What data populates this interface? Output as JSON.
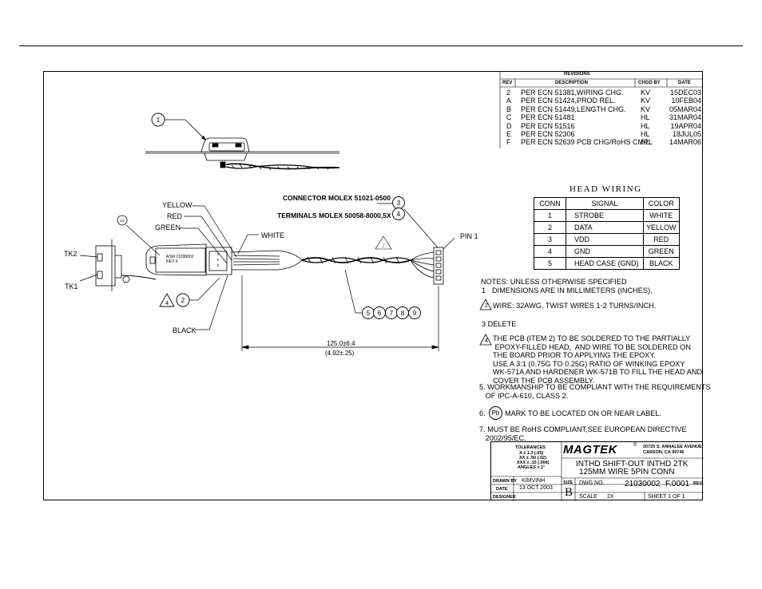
{
  "revisions": {
    "title": "REVISIONS",
    "headers": [
      "REV",
      "DESCRIPTION",
      "CHGD BY",
      "DATE"
    ],
    "rows": [
      {
        "rev": "2",
        "desc": "PER ECN 51381,WIRING CHG.",
        "by": "KV",
        "date": "15DEC03"
      },
      {
        "rev": "A",
        "desc": "PER ECN 51424,PROD REL.",
        "by": "KV",
        "date": "10FEB04"
      },
      {
        "rev": "B",
        "desc": "PER ECN 51449,LENGTH CHG.",
        "by": "KV",
        "date": "05MAR04"
      },
      {
        "rev": "C",
        "desc": "PER ECN 51481",
        "by": "HL",
        "date": "31MAR04"
      },
      {
        "rev": "D",
        "desc": "PER ECN 51516",
        "by": "HL",
        "date": "19APR04"
      },
      {
        "rev": "E",
        "desc": "PER ECN 52306",
        "by": "HL",
        "date": "18JUL05"
      },
      {
        "rev": "F",
        "desc": "PER ECN 52639 PCB CHG/RoHS CMPL",
        "by": "HL",
        "date": "14MAR06"
      }
    ]
  },
  "head_wiring": {
    "title": "HEAD WIRING",
    "headers": [
      "CONN",
      "SIGNAL",
      "COLOR"
    ],
    "rows": [
      {
        "conn": "1",
        "signal": "STROBE",
        "color": "WHITE"
      },
      {
        "conn": "2",
        "signal": "DATA",
        "color": "YELLOW"
      },
      {
        "conn": "3",
        "signal": "VDD",
        "color": "RED"
      },
      {
        "conn": "4",
        "signal": "GND",
        "color": "GREEN"
      },
      {
        "conn": "5",
        "signal": "HEAD CASE (GND)",
        "color": "BLACK"
      }
    ]
  },
  "notes": {
    "header": "NOTES: UNLESS OTHERWISE SPECIFIED",
    "n1_num": "1",
    "n1": "DIMENSIONS ARE IN MILLIMETERS (INCHES).",
    "n2_num": "2",
    "n2": "WIRE: 32AWG. TWIST WIRES 1-2 TURNS/INCH.",
    "n3": "3  DELETE",
    "n4_num": "4",
    "n4_lines": [
      "THE PCB (ITEM 2) TO BE SOLDERED TO THE PARTIALLY",
      " EPOXY-FILLED HEAD,  AND WIRE TO BE SOLDERED ON",
      "THE  BOARD PRIOR TO APPLYING THE EPOXY.",
      "USE A 3:1 (0.75G TO 0.25G) RATIO OF WINKING EPOXY",
      "WK-571A AND HARDENER WK-571B TO FILL THE HEAD AND",
      "COVER THE PCB ASSEMBLY."
    ],
    "n5_lines": [
      "5. WORKMANSHIP TO BE COMPLIANT WITH THE REQUIREMENTS",
      "   OF IPC-A-610, CLASS 2."
    ],
    "n6_prefix": "6.",
    "n6_symbol": "Pb",
    "n6": "MARK TO BE LOCATED ON OR NEAR LABEL.",
    "n7_lines": [
      "7. MUST BE RoHS COMPLIANT,SEE EUROPEAN DIRECTIVE",
      "   2002/95/EC."
    ]
  },
  "drawing": {
    "connector": "CONNECTOR MOLEX 51021-0500",
    "terminals": "TERMINALS MOLEX 50058-8000,5X",
    "yellow": "YELLOW",
    "red": "RED",
    "green": "GREEN",
    "white": "WHITE",
    "black": "BLACK",
    "pin1": "PIN 1",
    "tk2": "TK2",
    "tk1": "TK1",
    "board_label_1": "ASM 21030002",
    "board_label_2": "REV X",
    "dim_mm": "125.0±6.4",
    "dim_in": "(4.92±.25)",
    "balloon_1": "1",
    "balloon_2": "2",
    "balloon_3": "3",
    "balloon_4": "4",
    "balloon_10": "10",
    "flag_2": "2",
    "flag_4": "4",
    "balloons_row": [
      "5",
      "6",
      "7",
      "8",
      "9"
    ]
  },
  "title_block": {
    "tolerances": [
      "TOLERANCES",
      "X ± 1.3 (.05)",
      "XX ± .50 (.02)",
      "XXX ± .15 (.006)",
      "ANGLES ± 1°"
    ],
    "company": "MAGTEK",
    "reg": "®",
    "address_1": "20725 S. ANNALEE AVENUE",
    "address_2": "CARSON, CA 90746",
    "title_1": "INTHD SHIFT-OUT INTHD 2TK",
    "title_2": "125MM WIRE 5PIN CONN",
    "drawn_by_label": "DRAWN BY",
    "drawn_by": "KIMVINH",
    "date_label": "DATE",
    "date": "13 OCT 2003",
    "designer_label": "DESIGNER",
    "size_label": "SIZE",
    "size": "B",
    "dwg_label": "DWG NO.",
    "dwg_no": "21030002",
    "rev_value": "F.0001",
    "rev_label": "REV",
    "scale_label": "SCALE",
    "scale": "2X",
    "sheet": "SHEET 1 OF 1"
  }
}
